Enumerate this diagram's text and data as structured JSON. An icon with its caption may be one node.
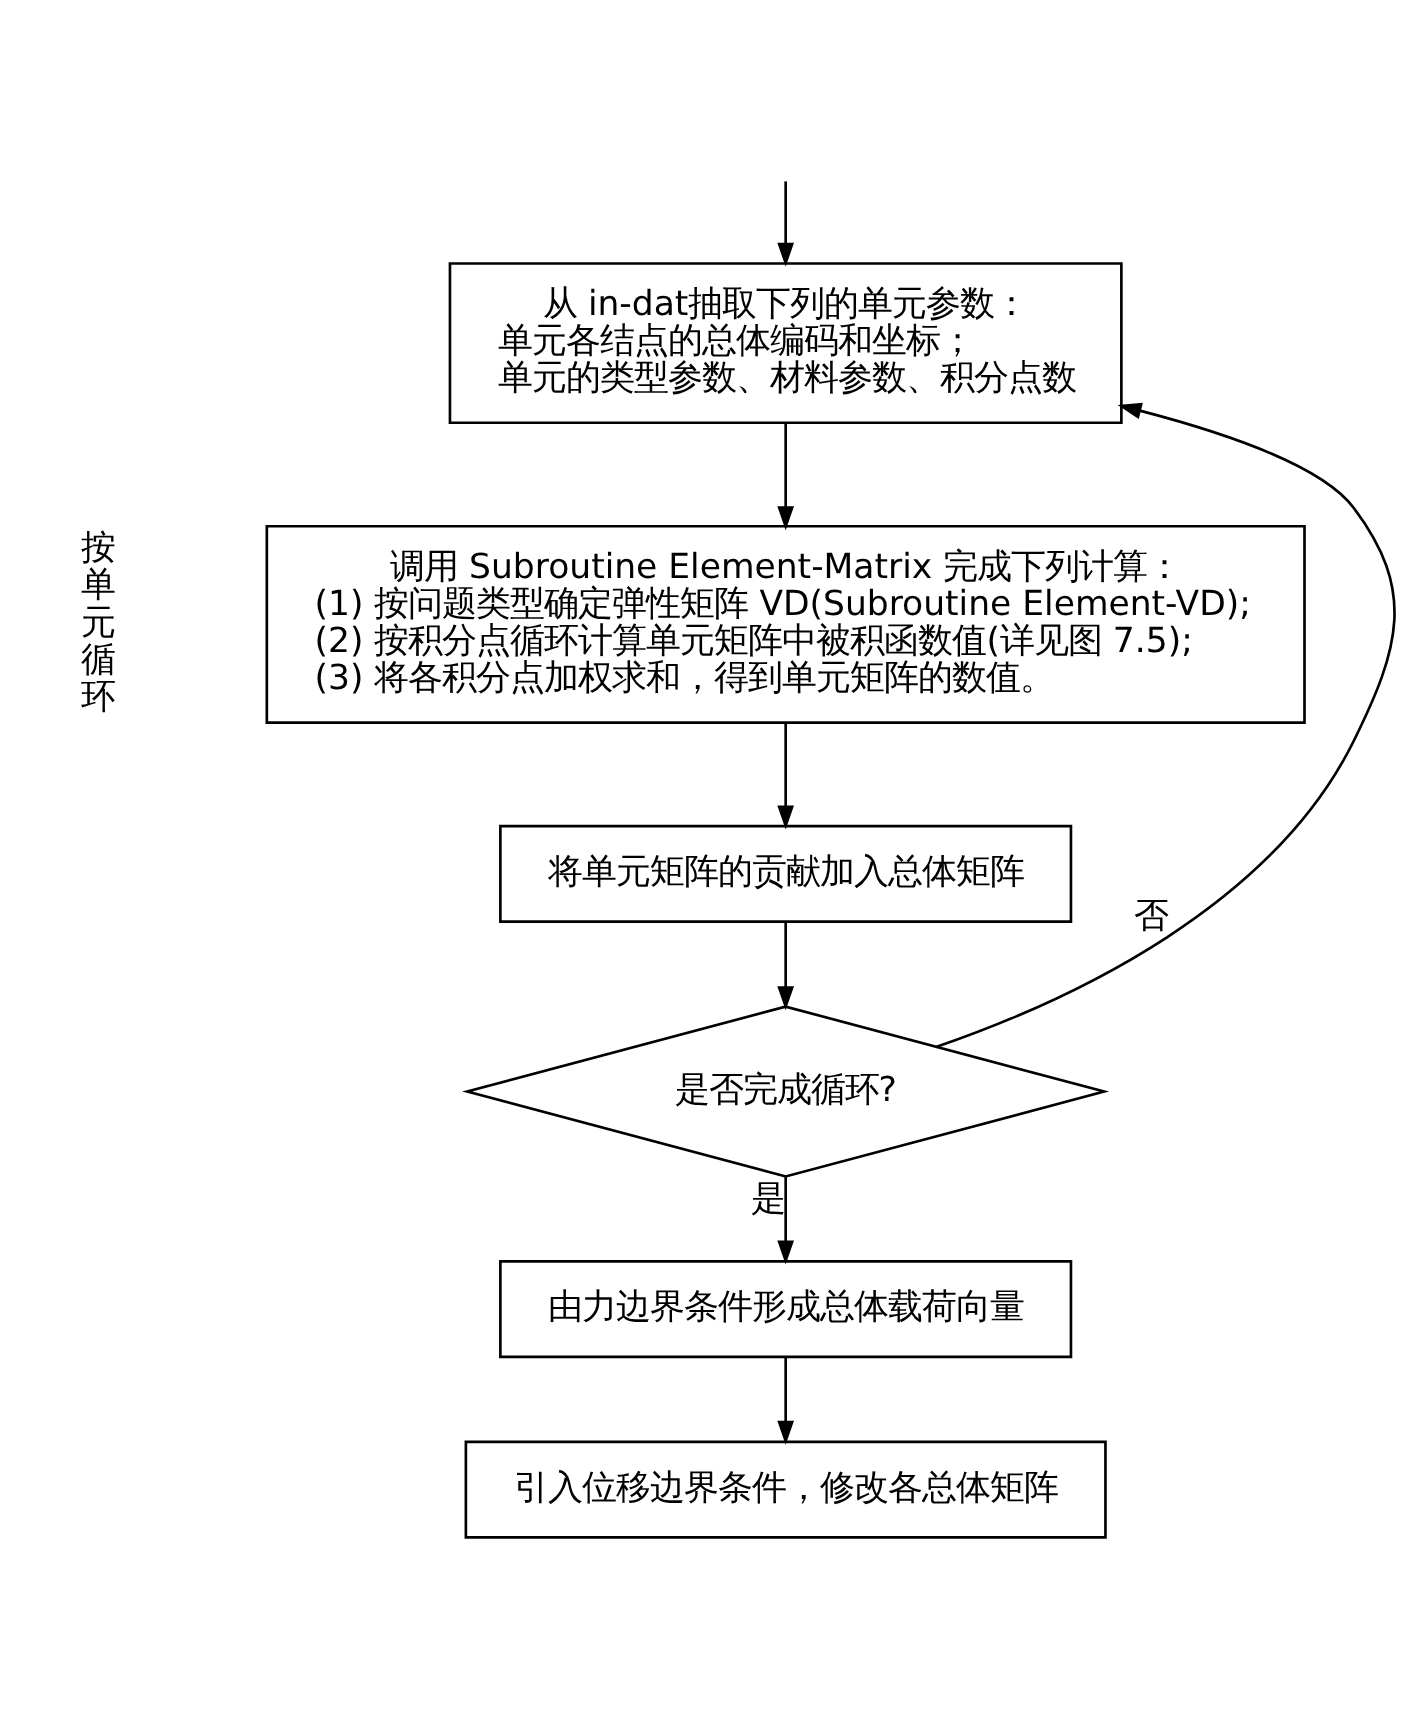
{
  "diagram": {
    "nodes": [
      {
        "text": [
          "从 in-dat抽取下列的单元参数：",
          "单元各结点的总体编码和坐标；",
          "单元的类型参数、材料参数、积分点数"
        ]
      },
      {
        "text": [
          "调用 Subroutine Element-Matrix 完成下列计算：",
          "(1) 按问题类型确定弹性矩阵 VD(Subroutine Element-VD);",
          "(2) 按积分点循环计算单元矩阵中被积函数值(详见图 7.5);",
          "(3) 将各积分点加权求和，得到单元矩阵的数值。"
        ]
      },
      {
        "text": [
          "将单元矩阵的贡献加入总体矩阵"
        ]
      },
      {
        "text": [
          "是否完成循环?"
        ]
      },
      {
        "text": [
          "由力边界条件形成总体载荷向量"
        ]
      },
      {
        "text": [
          "引入位移边界条件，修改各总体矩阵"
        ]
      }
    ],
    "edges": [
      {
        "from": null,
        "to": 0,
        "arrow": "to"
      },
      {
        "from": 0,
        "to": 1,
        "arrow": "to"
      },
      {
        "from": 1,
        "to": 2,
        "arrow": "to"
      },
      {
        "from": 2,
        "to": 3,
        "arrow": "to"
      },
      {
        "from": 3,
        "to": 0,
        "arrow": "to",
        "label": "否"
      },
      {
        "from": 3,
        "to": 4,
        "arrow": "to",
        "label": "是"
      },
      {
        "from": 4,
        "to": 5,
        "arrow": "to"
      }
    ],
    "labels": [
      "按单元循环"
    ]
  }
}
